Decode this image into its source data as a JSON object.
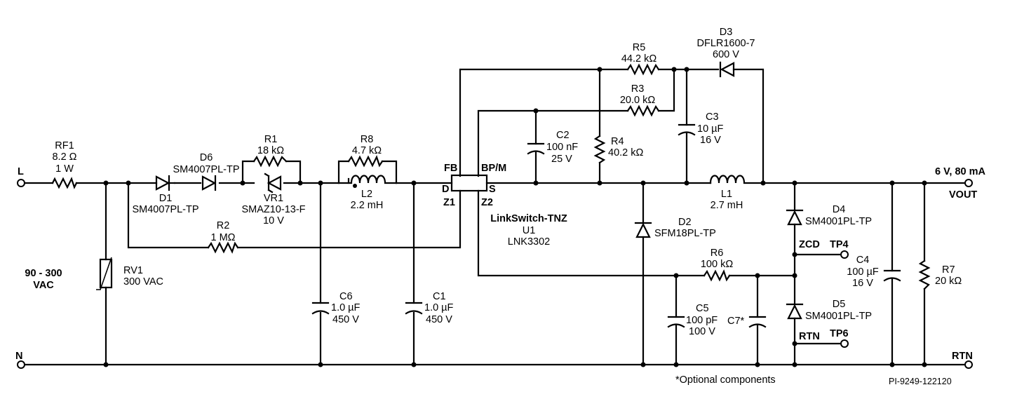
{
  "input": {
    "line_label": "L",
    "neutral_label": "N",
    "voltage": "90 - 300",
    "voltage_unit": "VAC"
  },
  "output": {
    "rating": "6 V, 80 mA",
    "vout_label": "VOUT",
    "rtn_label": "RTN"
  },
  "components": {
    "rf1": {
      "ref": "RF1",
      "value": "8.2 Ω",
      "value2": "1 W"
    },
    "rv1": {
      "ref": "RV1",
      "value": "300 VAC"
    },
    "d1": {
      "ref": "D1",
      "part": "SM4007PL-TP"
    },
    "d6": {
      "ref": "D6",
      "part": "SM4007PL-TP"
    },
    "r1": {
      "ref": "R1",
      "value": "18 kΩ"
    },
    "vr1": {
      "ref": "VR1",
      "part": "SMAZ10-13-F",
      "value": "10 V"
    },
    "r8": {
      "ref": "R8",
      "value": "4.7 kΩ"
    },
    "l2": {
      "ref": "L2",
      "value": "2.2 mH"
    },
    "r2": {
      "ref": "R2",
      "value": "1 MΩ"
    },
    "c6": {
      "ref": "C6",
      "value": "1.0 µF",
      "voltage": "450 V"
    },
    "c1": {
      "ref": "C1",
      "value": "1.0 µF",
      "voltage": "450 V"
    },
    "u1": {
      "family": "LinkSwitch-TNZ",
      "ref": "U1",
      "part": "LNK3302",
      "pin_fb": "FB",
      "pin_bp": "BP/M",
      "pin_d": "D",
      "pin_s": "S",
      "pin_z1": "Z1",
      "pin_z2": "Z2"
    },
    "c2": {
      "ref": "C2",
      "value": "100 nF",
      "voltage": "25 V"
    },
    "r5": {
      "ref": "R5",
      "value": "44.2 kΩ"
    },
    "r3": {
      "ref": "R3",
      "value": "20.0 kΩ"
    },
    "r4": {
      "ref": "R4",
      "value": "40.2 kΩ"
    },
    "d3": {
      "ref": "D3",
      "part": "DFLR1600-7",
      "voltage": "600 V"
    },
    "c3": {
      "ref": "C3",
      "value": "10 µF",
      "voltage": "16 V"
    },
    "l1": {
      "ref": "L1",
      "value": "2.7 mH"
    },
    "d2": {
      "ref": "D2",
      "part": "SFM18PL-TP"
    },
    "r6": {
      "ref": "R6",
      "value": "100 kΩ"
    },
    "c5": {
      "ref": "C5",
      "value": "100 pF",
      "voltage": "100 V"
    },
    "c7": {
      "ref": "C7*"
    },
    "d4": {
      "ref": "D4",
      "part": "SM4001PL-TP"
    },
    "d5": {
      "ref": "D5",
      "part": "SM4001PL-TP"
    },
    "c4": {
      "ref": "C4",
      "value": "100 µF",
      "voltage": "16 V"
    },
    "r7": {
      "ref": "R7",
      "value": "20 kΩ"
    }
  },
  "test_points": {
    "zcd_label": "ZCD",
    "tp4": "TP4",
    "rtn_label": "RTN",
    "tp6": "TP6"
  },
  "footnote": "*Optional components",
  "drawing_id": "PI-9249-122120"
}
